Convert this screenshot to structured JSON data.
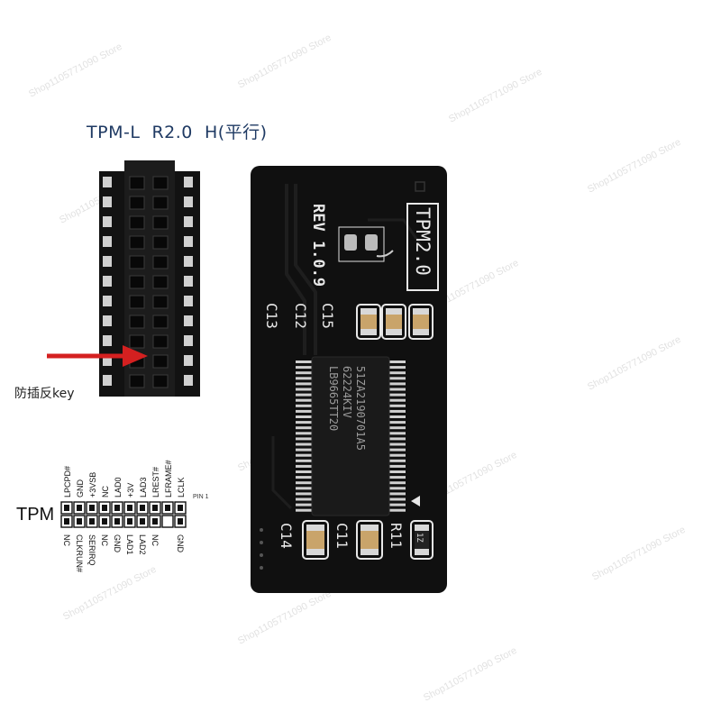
{
  "title": "TPM-L  R2.0  H(平行)",
  "key_label": "防插反key",
  "tpm_label": "TPM",
  "pin1_label": "PIN 1",
  "top_pins": [
    "LPCPD#",
    "GND",
    "+3VSB",
    "NC",
    "LAD0",
    "+3V",
    "LAD3",
    "LREST#",
    "LFRAME#",
    "LCLK"
  ],
  "bottom_pins": [
    "NC",
    "CLKRUN#",
    "SERIRQ",
    "NC",
    "GND",
    "LAD1",
    "LAD2",
    "NC",
    "",
    "GND"
  ],
  "board": {
    "tpm_text": "TPM2.0",
    "rev_text": "REV 1.0.9",
    "chip_lines": [
      "LB9665TT20",
      "62224KIV",
      "51ZA2190701A5"
    ],
    "refs": [
      "C13",
      "C12",
      "C15",
      "C14",
      "C11",
      "R11"
    ],
    "resistor_marking": "1Z"
  },
  "watermark": "Shop1105771090 Store",
  "colors": {
    "title": "#1f3a63",
    "arrow": "#d42020",
    "pcb": "#101010",
    "silk": "#e8e8e8"
  }
}
